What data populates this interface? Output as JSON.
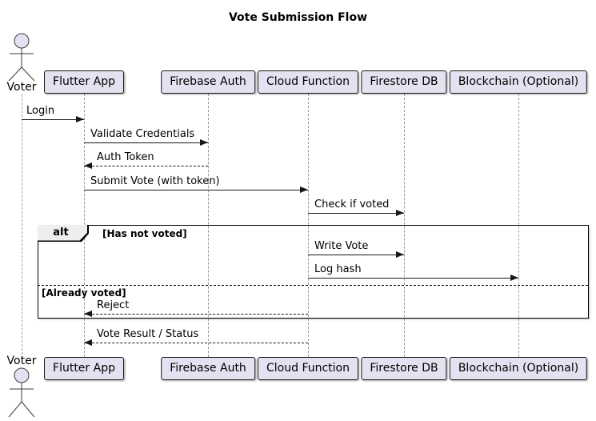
{
  "title": "Vote Submission Flow",
  "actor": {
    "label": "Voter"
  },
  "participants": [
    {
      "label": "Flutter App"
    },
    {
      "label": "Firebase Auth"
    },
    {
      "label": "Cloud Function"
    },
    {
      "label": "Firestore DB"
    },
    {
      "label": "Blockchain (Optional)"
    }
  ],
  "messages": [
    {
      "label": "Login",
      "from": "Voter",
      "to": "Flutter App",
      "line": "solid",
      "direction": "right"
    },
    {
      "label": "Validate Credentials",
      "from": "Flutter App",
      "to": "Firebase Auth",
      "line": "solid",
      "direction": "right"
    },
    {
      "label": "Auth Token",
      "from": "Firebase Auth",
      "to": "Flutter App",
      "line": "dashed",
      "direction": "left"
    },
    {
      "label": "Submit Vote (with token)",
      "from": "Flutter App",
      "to": "Cloud Function",
      "line": "solid",
      "direction": "right"
    },
    {
      "label": "Check if voted",
      "from": "Cloud Function",
      "to": "Firestore DB",
      "line": "solid",
      "direction": "right"
    },
    {
      "label": "Write Vote",
      "from": "Cloud Function",
      "to": "Firestore DB",
      "line": "solid",
      "direction": "right"
    },
    {
      "label": "Log hash",
      "from": "Cloud Function",
      "to": "Blockchain (Optional)",
      "line": "solid",
      "direction": "right"
    },
    {
      "label": "Reject",
      "from": "Cloud Function",
      "to": "Flutter App",
      "line": "dashed",
      "direction": "left"
    },
    {
      "label": "Vote Result / Status",
      "from": "Cloud Function",
      "to": "Flutter App",
      "line": "dashed",
      "direction": "left"
    }
  ],
  "alt_block": {
    "operator": "alt",
    "guard_true": "[Has not voted]",
    "guard_false": "[Already voted]"
  },
  "colors": {
    "participant_fill": "#E2E2F0",
    "participant_border": "#181818",
    "lifeline": "#9A9A9A",
    "arrow": "#181818",
    "frame_border": "#000000",
    "operator_fill": "#EEEEEE",
    "background": "#FFFFFF"
  }
}
